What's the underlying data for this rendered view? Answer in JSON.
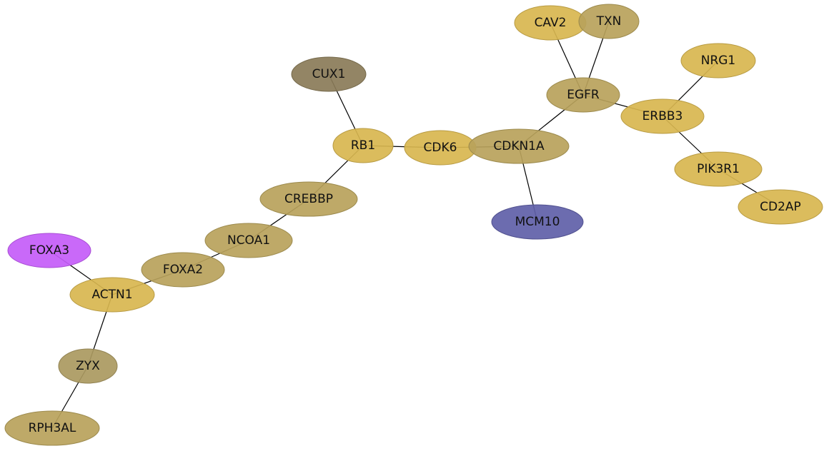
{
  "colors": {
    "gold": "#d8b64f",
    "khaki": "#b8a25b",
    "dark_khaki": "#8a7b58",
    "olive": "#aa9960",
    "violet": "#c45cf8",
    "slate_blue": "#5f5fa8"
  },
  "nodes": [
    {
      "id": "CAV2",
      "label": "CAV2"
    },
    {
      "id": "TXN",
      "label": "TXN"
    },
    {
      "id": "NRG1",
      "label": "NRG1"
    },
    {
      "id": "CUX1",
      "label": "CUX1"
    },
    {
      "id": "EGFR",
      "label": "EGFR"
    },
    {
      "id": "ERBB3",
      "label": "ERBB3"
    },
    {
      "id": "RB1",
      "label": "RB1"
    },
    {
      "id": "CDK6",
      "label": "CDK6"
    },
    {
      "id": "CDKN1A",
      "label": "CDKN1A"
    },
    {
      "id": "PIK3R1",
      "label": "PIK3R1"
    },
    {
      "id": "CREBBP",
      "label": "CREBBP"
    },
    {
      "id": "CD2AP",
      "label": "CD2AP"
    },
    {
      "id": "MCM10",
      "label": "MCM10"
    },
    {
      "id": "NCOA1",
      "label": "NCOA1"
    },
    {
      "id": "FOXA3",
      "label": "FOXA3"
    },
    {
      "id": "FOXA2",
      "label": "FOXA2"
    },
    {
      "id": "ACTN1",
      "label": "ACTN1"
    },
    {
      "id": "ZYX",
      "label": "ZYX"
    },
    {
      "id": "RPH3AL",
      "label": "RPH3AL"
    }
  ],
  "edges": [
    [
      "CAV2",
      "EGFR"
    ],
    [
      "TXN",
      "EGFR"
    ],
    [
      "EGFR",
      "CDKN1A"
    ],
    [
      "EGFR",
      "ERBB3"
    ],
    [
      "NRG1",
      "ERBB3"
    ],
    [
      "ERBB3",
      "PIK3R1"
    ],
    [
      "PIK3R1",
      "CD2AP"
    ],
    [
      "CUX1",
      "RB1"
    ],
    [
      "RB1",
      "CDK6"
    ],
    [
      "CDK6",
      "CDKN1A"
    ],
    [
      "CDKN1A",
      "MCM10"
    ],
    [
      "RB1",
      "CREBBP"
    ],
    [
      "CREBBP",
      "NCOA1"
    ],
    [
      "NCOA1",
      "FOXA2"
    ],
    [
      "FOXA2",
      "ACTN1"
    ],
    [
      "FOXA3",
      "ACTN1"
    ],
    [
      "ACTN1",
      "ZYX"
    ],
    [
      "ZYX",
      "RPH3AL"
    ]
  ]
}
